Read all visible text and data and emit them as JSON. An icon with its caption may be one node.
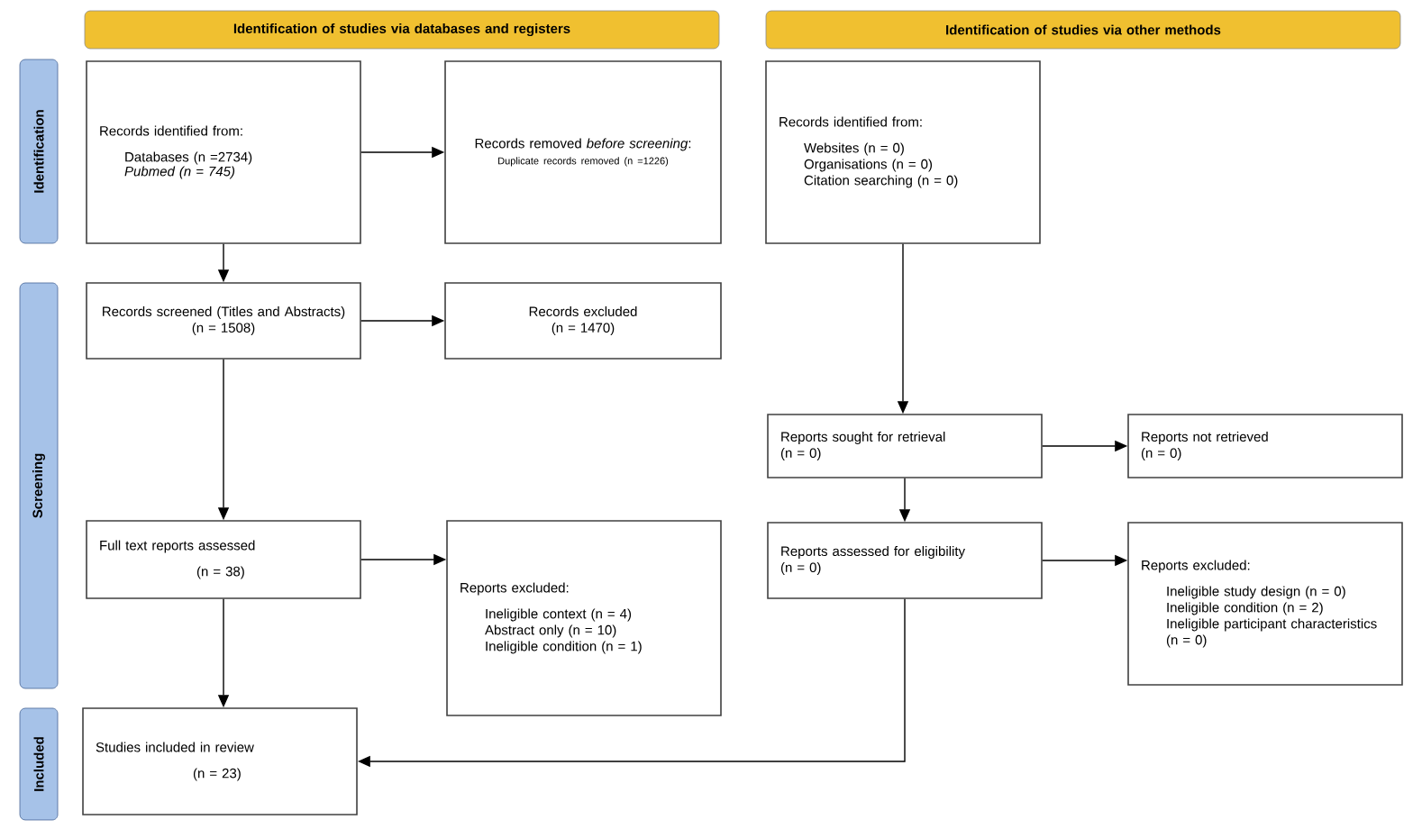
{
  "diagram": {
    "nodes": [
      {
        "text": [
          "Identification of studies via databases and registers"
        ]
      },
      {
        "text": [
          "Identification of studies via other methods"
        ]
      },
      {
        "text": [
          "Identification"
        ]
      },
      {
        "text": [
          "Screening"
        ]
      },
      {
        "text": [
          "Included"
        ]
      },
      {
        "text": [
          "Records identified from:",
          "Databases (n =2734)",
          "Pubmed (n = 745)"
        ]
      },
      {
        "text": [
          "Records removed *before screening*:",
          "Duplicate records removed (n =1226)"
        ]
      },
      {
        "text": [
          "Records identified from:",
          "Websites (n = 0)",
          "Organisations (n = 0)",
          "Citation searching (n = 0)"
        ]
      },
      {
        "text": [
          "Records screened (Titles and Abstracts)",
          "(n = 1508)"
        ]
      },
      {
        "text": [
          "Records excluded",
          "(n = 1470)"
        ]
      },
      {
        "text": [
          "Full text reports assessed",
          "(n = 38)"
        ]
      },
      {
        "text": [
          "Reports excluded:",
          "Ineligible context (n = 4)",
          "Abstract only (n = 10)",
          "Ineligible condition (n = 1)"
        ]
      },
      {
        "text": [
          "Reports sought for retrieval",
          "(n = 0)"
        ]
      },
      {
        "text": [
          "Reports not retrieved",
          "(n = 0)"
        ]
      },
      {
        "text": [
          "Reports assessed for eligibility",
          "(n = 0)"
        ]
      },
      {
        "text": [
          "Reports excluded:",
          "Ineligible study design (n = 0)",
          "Ineligible condition (n = 2)",
          "Ineligible participant characteristics (n = 0)"
        ]
      },
      {
        "text": [
          "Studies included in review",
          "(n = 23)"
        ]
      }
    ],
    "edges": [
      {
        "from": 5,
        "to": 6,
        "arrow": "to"
      },
      {
        "from": 5,
        "to": 8,
        "arrow": "to"
      },
      {
        "from": 8,
        "to": 9,
        "arrow": "to"
      },
      {
        "from": 8,
        "to": 10,
        "arrow": "to"
      },
      {
        "from": 10,
        "to": 11,
        "arrow": "to"
      },
      {
        "from": 10,
        "to": 16,
        "arrow": "to"
      },
      {
        "from": 7,
        "to": 12,
        "arrow": "to"
      },
      {
        "from": 12,
        "to": 13,
        "arrow": "to"
      },
      {
        "from": 12,
        "to": 14,
        "arrow": "to"
      },
      {
        "from": 14,
        "to": 15,
        "arrow": "to"
      },
      {
        "from": 14,
        "to": 16,
        "arrow": "to"
      }
    ]
  }
}
